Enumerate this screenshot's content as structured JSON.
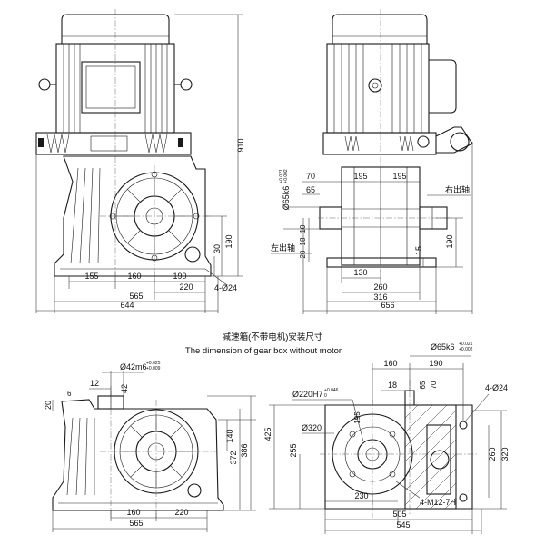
{
  "captions": {
    "chinese": "减速箱(不带电机)安装尺寸",
    "english": "The dimension of gear box without motor"
  },
  "top_front": {
    "height": "910",
    "dims": [
      "155",
      "160",
      "190",
      "565",
      "220",
      "644"
    ],
    "holes": "4-Ø24",
    "vert": [
      "190",
      "30"
    ]
  },
  "top_side": {
    "shaft": "Ø65k6",
    "shaft_tol_upper": "+0.021",
    "shaft_tol_lower": "+0.002",
    "dims_top": [
      "70",
      "195",
      "195",
      "65"
    ],
    "left_vert": [
      "10",
      "18",
      "20"
    ],
    "dims_bottom": [
      "130",
      "260",
      "316",
      "656"
    ],
    "right_vert": [
      "190",
      "15"
    ],
    "right_shaft": "右出轴",
    "left_shaft": "左出轴"
  },
  "bottom_front": {
    "shaft": "Ø42m6",
    "shaft_tol_upper": "+0.025",
    "shaft_tol_lower": "+0.009",
    "top_small": [
      "12",
      "42"
    ],
    "left_small": [
      "20",
      "6"
    ],
    "vert": [
      "140",
      "372",
      "386"
    ],
    "dims_bottom": [
      "160",
      "220",
      "565"
    ]
  },
  "bottom_side": {
    "shaft": "Ø65k6",
    "shaft_tol_upper": "+0.021",
    "shaft_tol_lower": "+0.002",
    "bore": "Ø220H7",
    "bore_tol_upper": "+0.046",
    "bore_tol_lower": "0",
    "pitch": "Ø320",
    "dims_top": [
      "160",
      "190"
    ],
    "small": [
      "18",
      "65",
      "70"
    ],
    "holes": "4-Ø24",
    "left_vert": [
      "425",
      "255",
      "195"
    ],
    "right_vert": [
      "260",
      "320"
    ],
    "threads": "4-M12-7H",
    "dims_bottom": [
      "230",
      "505",
      "545"
    ]
  }
}
